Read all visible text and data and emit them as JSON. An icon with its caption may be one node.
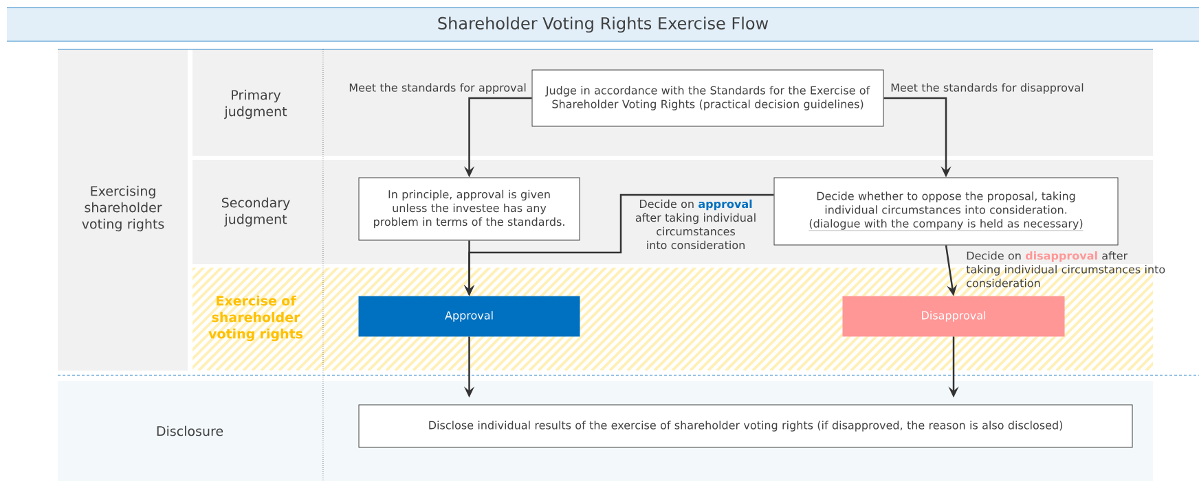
{
  "diagram": {
    "title": "Shareholder Voting Rights Exercise Flow",
    "nodes": [
      {
        "text": [
          "Exercising shareholder voting rights"
        ]
      },
      {
        "text": [
          "Primary judgment"
        ]
      },
      {
        "text": [
          "Judge in accordance with the Standards for the Exercise of Shareholder Voting Rights (practical decision guidelines)"
        ],
        "in": 1
      },
      {
        "text": [
          "Secondary judgment"
        ]
      },
      {
        "text": [
          "In principle, approval is given unless the investee has any problem in terms of the standards."
        ],
        "in": 3
      },
      {
        "text": [
          "Decide whether to oppose the proposal, taking individual circumstances into consideration.",
          "(dialogue with the company is held as necessary)"
        ],
        "in": 3
      },
      {
        "text": [
          "Exercise of shareholder voting rights"
        ]
      },
      {
        "text": [
          "Approval"
        ],
        "in": 6
      },
      {
        "text": [
          "Disapproval"
        ],
        "in": 6
      },
      {
        "text": [
          "Disclosure"
        ]
      },
      {
        "text": [
          "Disclose individual results of the exercise of shareholder voting rights (if disapproved, the reason is also disclosed)"
        ],
        "in": 9
      }
    ],
    "edges": [
      {
        "from": 2,
        "to": 4,
        "arrow": "to",
        "label": "Meet the standards for approval"
      },
      {
        "from": 2,
        "to": 5,
        "arrow": "to",
        "label": "Meet the standards for disapproval"
      },
      {
        "from": 4,
        "to": 7,
        "arrow": "to"
      },
      {
        "from": 5,
        "to": 7,
        "arrow": "to",
        "label": "Decide on **approval** after taking individual circumstances into consideration"
      },
      {
        "from": 5,
        "to": 8,
        "arrow": "to",
        "label": "Decide on **disapproval** after taking individual circumstances into consideration"
      },
      {
        "from": 7,
        "to": 10,
        "arrow": "to"
      },
      {
        "from": 8,
        "to": 10,
        "arrow": "to"
      }
    ]
  }
}
